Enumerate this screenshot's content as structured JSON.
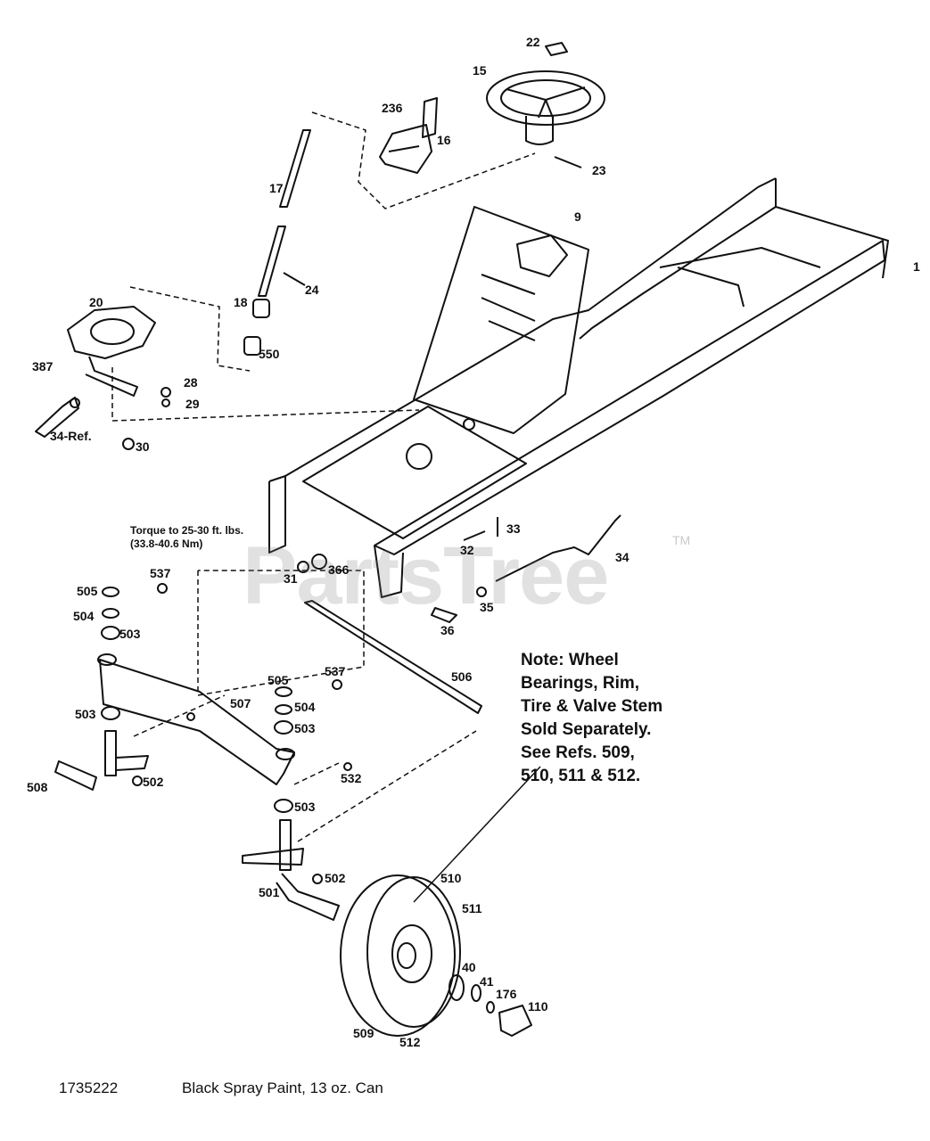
{
  "watermark": {
    "text": "PartsTree",
    "tm": "TM"
  },
  "note": {
    "lines": [
      "Note:  Wheel",
      "Bearings, Rim,",
      "Tire & Valve Stem",
      "Sold Separately.",
      "See Refs. 509,",
      "510, 511 & 512."
    ]
  },
  "torque": {
    "lines": [
      "Torque to 25-30 ft. lbs.",
      "(33.8-40.6 Nm)"
    ]
  },
  "footer": {
    "part_number": "1735222",
    "description": "Black Spray Paint, 13 oz. Can"
  },
  "labels": [
    "22",
    "15",
    "236",
    "16",
    "23",
    "9",
    "17",
    "24",
    "18",
    "550",
    "20",
    "387",
    "28",
    "29",
    "34-Ref.",
    "30",
    "1",
    "33",
    "32",
    "34",
    "31",
    "366",
    "35",
    "36",
    "537",
    "505",
    "504",
    "503",
    "506",
    "507",
    "505",
    "537",
    "504",
    "503",
    "503",
    "508",
    "502",
    "532",
    "503",
    "502",
    "501",
    "510",
    "511",
    "40",
    "41",
    "176",
    "110",
    "509",
    "512"
  ]
}
